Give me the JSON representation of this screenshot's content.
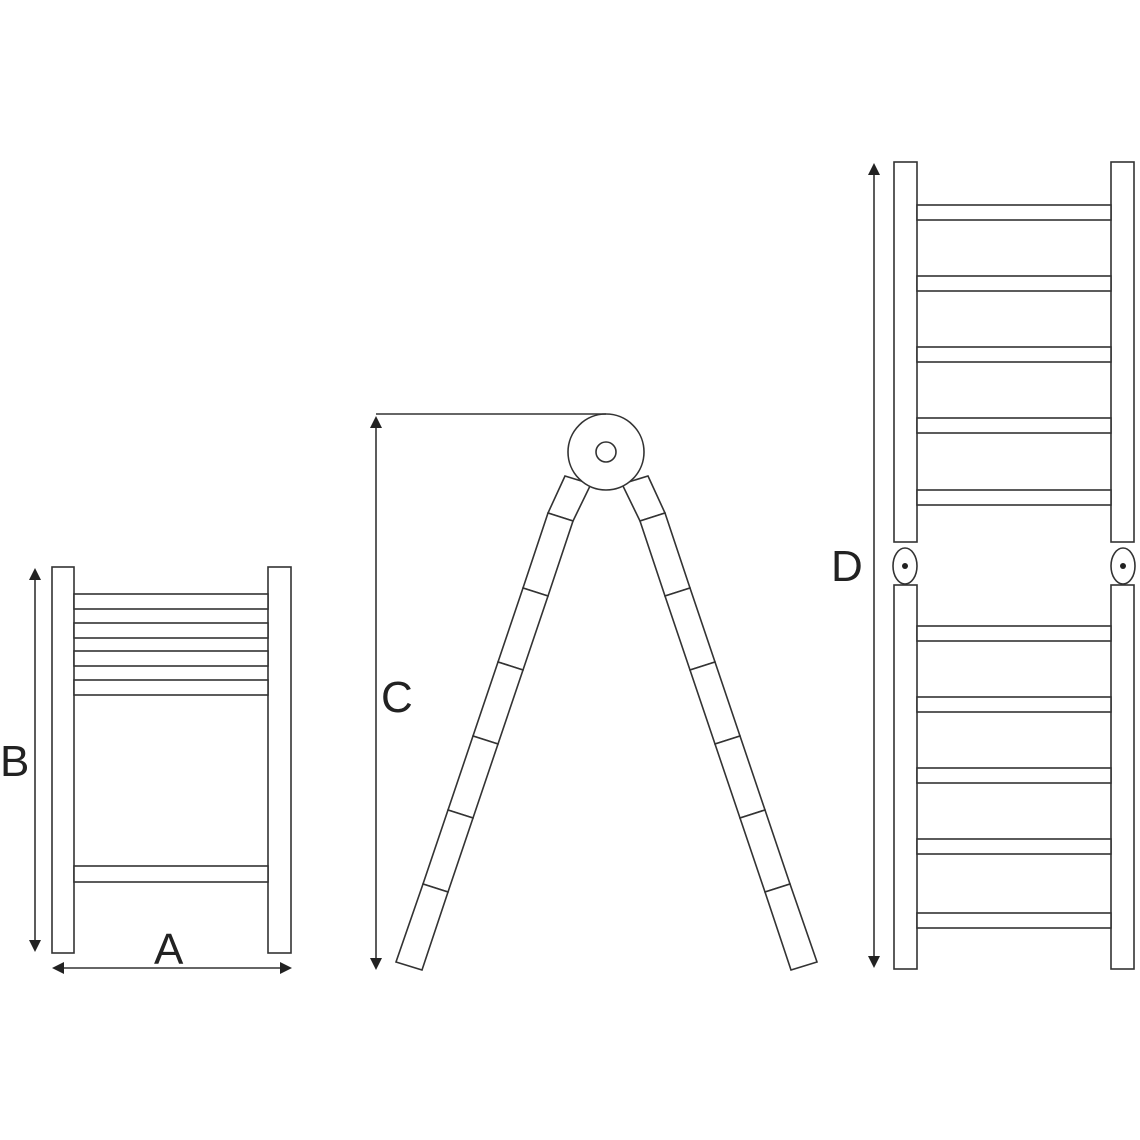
{
  "labels": {
    "a": "A",
    "b": "B",
    "c": "C",
    "d": "D"
  },
  "colors": {
    "stroke": "#333333",
    "background": "#ffffff"
  }
}
